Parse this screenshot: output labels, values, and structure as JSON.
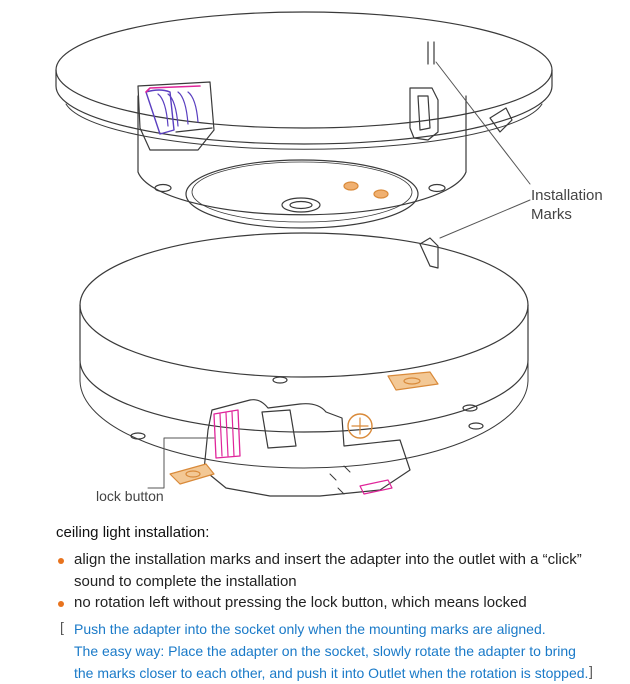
{
  "labels": {
    "installation_marks_line1": "Installation",
    "installation_marks_line2": "Marks",
    "lock_button": "lock button"
  },
  "instructions": {
    "title": "ceiling light installation:",
    "bullets": [
      "align the installation marks and insert the adapter into the outlet  with  a  “click” sound to complete the installation",
      "no rotation left  without pressing the lock button, which means locked"
    ],
    "bracket_open": "[",
    "bracket_close": "]",
    "note_lines": [
      "Push the adapter into the socket only when the mounting marks are aligned.",
      "The easy way: Place the adapter on the socket, slowly rotate the adapter to bring",
      "the marks closer to each other, and push it into Outlet when the rotation is stopped."
    ]
  },
  "colors": {
    "line": "#3a3a3a",
    "accent_orange": "#e8731e",
    "note_blue": "#1a7ac8",
    "latch_purple": "#5a3fc0",
    "latch_magenta": "#e0259a",
    "pad_orange": "#d98a3a"
  }
}
